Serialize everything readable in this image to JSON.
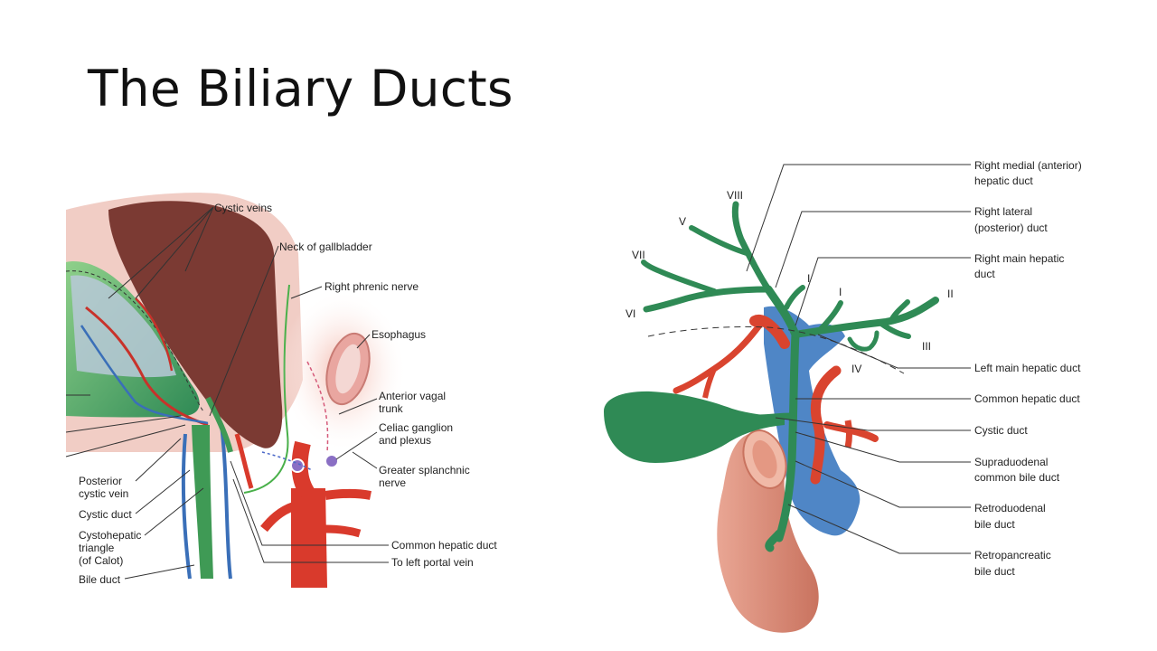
{
  "slide": {
    "title": "The Biliary Ducts"
  },
  "left_figure": {
    "labels": {
      "cystic_veins": "Cystic veins",
      "neck_of_gallbladder": "Neck of gallbladder",
      "right_phrenic_nerve": "Right phrenic nerve",
      "esophagus": "Esophagus",
      "anterior_vagal_trunk_1": "Anterior vagal",
      "anterior_vagal_trunk_2": "trunk",
      "celiac_ganglion_1": "Celiac ganglion",
      "celiac_ganglion_2": "and plexus",
      "greater_splanchnic_1": "Greater splanchnic",
      "greater_splanchnic_2": "nerve",
      "common_hepatic_duct": "Common hepatic duct",
      "to_left_portal_vein": "To left portal vein",
      "posterior_cystic_vein_1": "Posterior",
      "posterior_cystic_vein_2": "cystic vein",
      "cystic_duct": "Cystic duct",
      "cystohepatic_1": "Cystohepatic",
      "cystohepatic_2": "triangle",
      "cystohepatic_3": "(of Calot)",
      "bile_duct": "Bile duct"
    }
  },
  "right_figure": {
    "segments": {
      "viii": "VIII",
      "v": "V",
      "vii": "VII",
      "vi": "VI",
      "i_a": "I",
      "i_b": "I",
      "ii": "II",
      "iii": "III",
      "iv": "IV"
    },
    "labels": {
      "right_medial_1": "Right medial (anterior)",
      "right_medial_2": "hepatic duct",
      "right_lateral_1": "Right lateral",
      "right_lateral_2": "(posterior) duct",
      "right_main_1": "Right main hepatic",
      "right_main_2": "duct",
      "left_main": "Left main hepatic duct",
      "common_hepatic": "Common hepatic duct",
      "cystic_duct": "Cystic duct",
      "supraduodenal_1": "Supraduodenal",
      "supraduodenal_2": "common bile duct",
      "retroduodenal_1": "Retroduodenal",
      "retroduodenal_2": "bile duct",
      "retropancreatic_1": "Retropancreatic",
      "retropancreatic_2": "bile duct"
    }
  },
  "colors": {
    "duct_green": "#2f8a55",
    "artery_red": "#d63b2a",
    "vein_blue": "#3a6fb8",
    "portal_blue": "#4f86c6",
    "duodenum": "#d98a78",
    "liver": "#7b3a33"
  }
}
